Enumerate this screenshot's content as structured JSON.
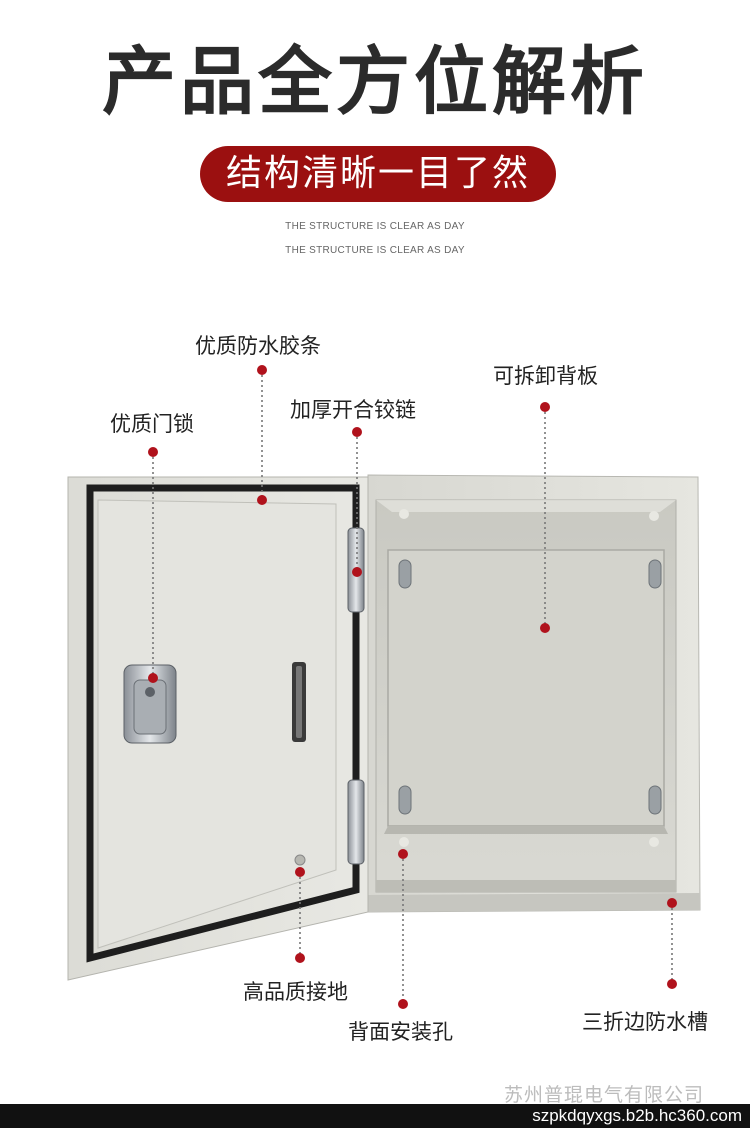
{
  "header": {
    "title": "产品全方位解析",
    "subtitle": "结构清晰一目了然",
    "english_line_1": "THE STRUCTURE IS CLEAR AS DAY",
    "english_line_2": "THE STRUCTURE IS CLEAR AS DAY"
  },
  "callouts": {
    "gasket": "优质防水胶条",
    "door_lock": "优质门锁",
    "hinge": "加厚开合铰链",
    "back_plate": "可拆卸背板",
    "grounding": "高品质接地",
    "mount_hole": "背面安装孔",
    "water_groove": "三折边防水槽"
  },
  "watermark": {
    "company": "苏州普琨电气有限公司",
    "site": "szpkdqyxgs.b2b.hc360.com"
  },
  "colors": {
    "accent": "#9b1010",
    "marker": "#b0121c",
    "cabinet": "#dcdcd6"
  }
}
